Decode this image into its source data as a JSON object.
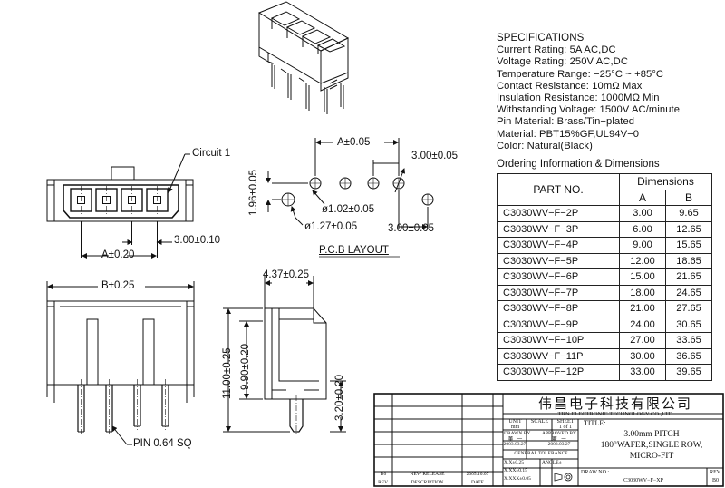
{
  "specifications": {
    "title": "SPECIFICATIONS",
    "lines": [
      "Current Rating: 5A AC,DC",
      "Voltage Rating: 250V AC,DC",
      "Temperature Range: −25°C ~ +85°C",
      "Contact Resistance: 10mΩ Max",
      "Insulation Resistance: 1000MΩ Min",
      "Withstanding Voltage: 1500V AC/minute",
      "Pin Material: Brass/Tin−plated",
      "Material: PBT15%GF,UL94V−0",
      "Color: Natural(Black)"
    ]
  },
  "ordering": {
    "title": "Ordering Information & Dimensions",
    "col_part": "PART NO.",
    "col_dimensions": "Dimensions",
    "col_a": "A",
    "col_b": "B",
    "rows": [
      {
        "part": "C3030WV−F−2P",
        "a": "3.00",
        "b": "9.65"
      },
      {
        "part": "C3030WV−F−3P",
        "a": "6.00",
        "b": "12.65"
      },
      {
        "part": "C3030WV−F−4P",
        "a": "9.00",
        "b": "15.65"
      },
      {
        "part": "C3030WV−F−5P",
        "a": "12.00",
        "b": "18.65"
      },
      {
        "part": "C3030WV−F−6P",
        "a": "15.00",
        "b": "21.65"
      },
      {
        "part": "C3030WV−F−7P",
        "a": "18.00",
        "b": "24.65"
      },
      {
        "part": "C3030WV−F−8P",
        "a": "21.00",
        "b": "27.65"
      },
      {
        "part": "C3030WV−F−9P",
        "a": "24.00",
        "b": "30.65"
      },
      {
        "part": "C3030WV−F−10P",
        "a": "27.00",
        "b": "33.65"
      },
      {
        "part": "C3030WV−F−11P",
        "a": "30.00",
        "b": "36.65"
      },
      {
        "part": "C3030WV−F−12P",
        "a": "33.00",
        "b": "39.65"
      }
    ]
  },
  "front_view": {
    "circuit_label": "Circuit 1",
    "a_dim": "A±0.20",
    "pitch_dim": "3.00±0.10"
  },
  "pcb_layout": {
    "label": "P.C.B LAYOUT",
    "a_dim": "A±0.05",
    "pitch_top": "3.00±0.05",
    "pitch_bottom": "3.00±0.05",
    "height_dim": "1.96±0.05",
    "hole_small": "ø1.02±0.05",
    "hole_large": "ø1.27±0.05"
  },
  "side_views": {
    "b_dim": "B±0.25",
    "pin_label": "PIN 0.64 SQ",
    "depth_dim": "4.37±0.25",
    "h_total": "11.00±0.25",
    "h_body": "9.90±0.20",
    "h_pin": "3.20±0.20"
  },
  "title_block": {
    "company_cn": "伟昌电子科技有限公司",
    "company_en": "TRN ELECTRONIC TECHNOLOGY CO.,LTD",
    "unit_label": "UNIT",
    "unit_value": "mm",
    "scale_label": "SCALE",
    "sheet_label": "SHEET",
    "sheet_value": "1 of 1",
    "title_label": "TITLE:",
    "title_lines": [
      "3.00mm PITCH",
      "180°WAFER,SINGLE ROW,",
      "MICRO-FIT"
    ],
    "drawn_label": "DRAWN BY",
    "drawn_name": "董一",
    "drawn_date": "2003.03.27",
    "approved_label": "APPROVED BY",
    "approved_name": "董一",
    "approved_date": "2003.03.27",
    "tolerance_label": "GENERAL TOLERANCE",
    "tol1": "X.X±0.25",
    "tol2": "X.XX±0.15",
    "tol3": "X.XXX±0.05",
    "angle_label": "ANGLE±",
    "rev_code": "B0",
    "rev_desc": "NEW RELEASE",
    "rev_date": "2005.10.07",
    "rev_head": "REV.",
    "desc_head": "DESCRIPTION",
    "date_head": "DATE",
    "drawno_label": "DRAW NO.:",
    "drawno_value": "C3030WV−F−XP",
    "rev_label": "REV.",
    "rev_value": "B0"
  }
}
